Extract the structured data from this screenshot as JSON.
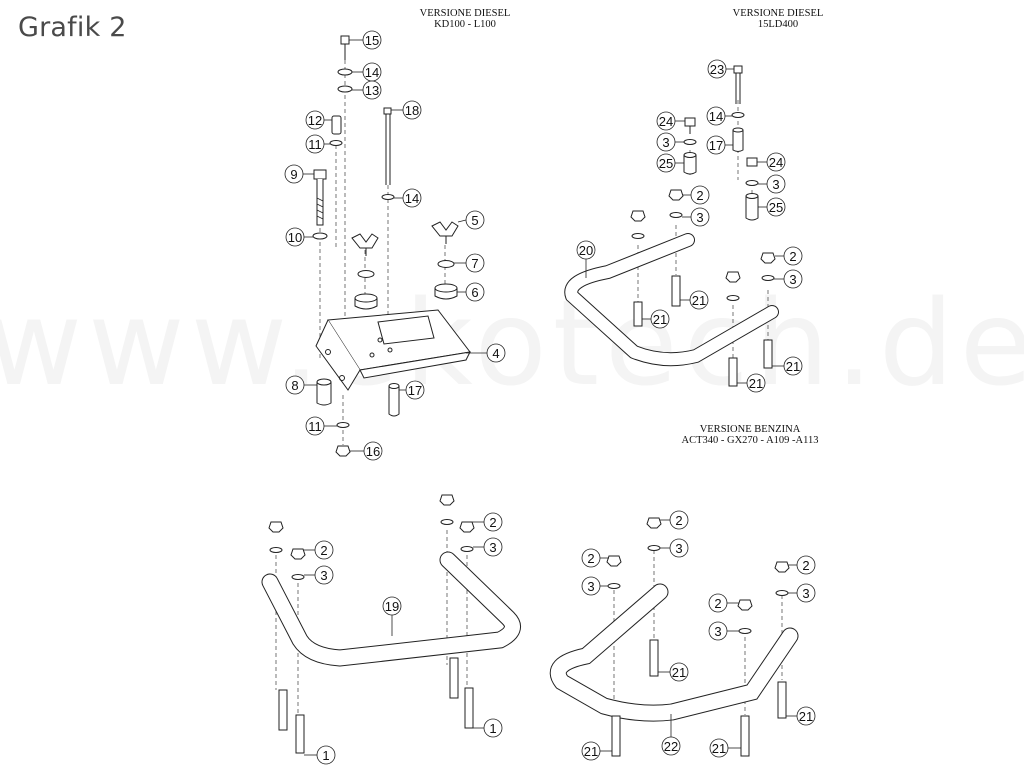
{
  "title": "Grafik 2",
  "watermark": "www.ekotech.de",
  "captions": {
    "kd100": {
      "line1": "VERSIONE DIESEL",
      "line2": "KD100 - L100"
    },
    "ld400": {
      "line1": "VERSIONE DIESEL",
      "line2": "15LD400"
    },
    "benzina": {
      "line1": "VERSIONE BENZINA",
      "line2": "ACT340 - GX270 - A109 -A113"
    }
  },
  "callouts": {
    "c15": "15",
    "c14a": "14",
    "c13": "13",
    "c18": "18",
    "c12": "12",
    "c11a": "11",
    "c9": "9",
    "c14b": "14",
    "c5": "5",
    "c10": "10",
    "c7": "7",
    "c6": "6",
    "c4": "4",
    "c8": "8",
    "c17a": "17",
    "c11b": "11",
    "c16": "16",
    "c23": "23",
    "c14c": "14",
    "c24a": "24",
    "c3a": "3",
    "c17b": "17",
    "c25a": "25",
    "c24b": "24",
    "c3b": "3",
    "c25b": "25",
    "c2a": "2",
    "c3c": "3",
    "c20": "20",
    "c2b": "2",
    "c3d": "3",
    "c21a": "21",
    "c21b": "21",
    "c21c": "21",
    "c21d": "21",
    "c2c": "2",
    "c3e": "3",
    "c2d": "2",
    "c3f": "3",
    "c19": "19",
    "c1a": "1",
    "c1b": "1",
    "c2e": "2",
    "c3g": "3",
    "c2f": "2",
    "c3h": "3",
    "c2g": "2",
    "c3i": "3",
    "c2h": "2",
    "c3j": "3",
    "c21e": "21",
    "c21f": "21",
    "c21g": "21",
    "c22": "22",
    "c21h": "21"
  }
}
